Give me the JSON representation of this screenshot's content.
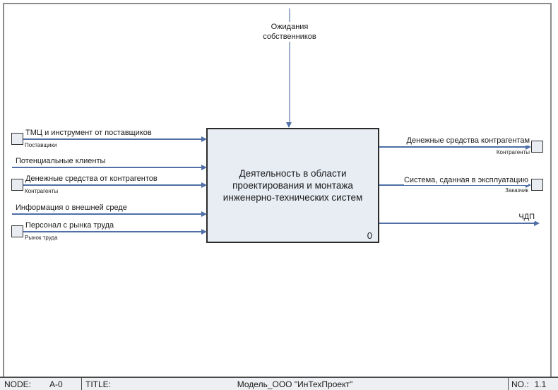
{
  "colors": {
    "arrow": "#4f6fa6",
    "control_line": "#9db0cd",
    "box_fill": "#e8edf4",
    "box_border": "#2b2b2b",
    "square_fill": "#e9edf2",
    "frame_border": "#8c8c8c",
    "footer_bg": "#edeff2",
    "text": "#1a1a1a"
  },
  "diagram": {
    "control": {
      "label": "Ожидания собственников"
    },
    "function_box": {
      "title": "Деятельность в области проектирования и монтажа инженерно-технических систем",
      "number": "0"
    },
    "inputs": [
      {
        "label": "ТМЦ и инструмент от поставщиков",
        "source": "Поставщики"
      },
      {
        "label": "Потенциальные клиенты"
      },
      {
        "label": "Денежные средства от контрагентов",
        "source": "Контрагенты"
      },
      {
        "label": "Информация о внешней среде"
      },
      {
        "label": "Персонал с рынка труда",
        "source": "Рынок труда"
      }
    ],
    "outputs": [
      {
        "label": "Денежные средства контрагентам",
        "target": "Контрагенты"
      },
      {
        "label": "Система, сданная в эксплуатацию",
        "target": "Заказчик"
      },
      {
        "label": "ЧДП"
      }
    ]
  },
  "footer": {
    "node_label": "NODE:",
    "node_value": "A-0",
    "title_label": "TITLE:",
    "title_value": "Модель_ООО \"ИнТехПроект\"",
    "no_label": "NO.:",
    "no_value": "1.1"
  }
}
